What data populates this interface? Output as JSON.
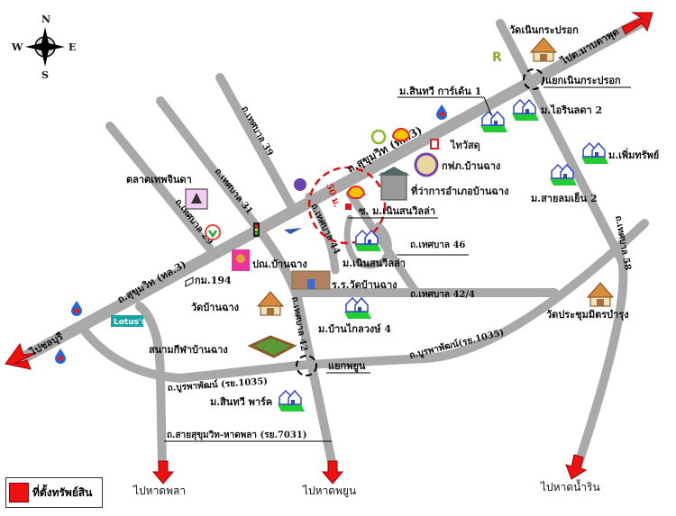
{
  "compass": {
    "n": "N",
    "s": "S",
    "e": "E",
    "w": "W"
  },
  "roads": {
    "sukhumvit_east": "ถ.สุขุมวิท (ทล.3)",
    "sukhumvit_west": "ถ.สุขุมวิท (ทล.3)",
    "tessaban29": "ถ.เทศบาล 29",
    "tessaban31": "ถ.เทศบาล 31",
    "tessaban39": "ถ.เทศบาล 39",
    "tessaban44": "ถ.เทศบาล 44",
    "tessaban42": "ถ.เทศบาล 42",
    "tessaban46": "ถ.เทศบาล 46",
    "tessaban42_4": "ถ.เทศบาล 42/4",
    "tessaban58": "ถ.เทศบาล 58",
    "burapa_west": "ถ.บูรพาพัฒน์ (รย.1035)",
    "burapa_east": "ถ.บูรพาพัฒน์(รย.1035)",
    "sai_sukhumvit": "ถ.สายสุขุมวิท-หาดพลา (รย.7031)",
    "soi_noen": "ซ. ม.เนินสนวิลล่า"
  },
  "directions": {
    "to_chonburi": "ไปชลบุรี",
    "to_map_ta_phut": "ไปต.มาบตาพุด",
    "to_hat_phla": "ไปหาดพลา",
    "to_hat_phayun": "ไปหาดพยูน",
    "to_hat_nam_rin": "ไปหาดน้ำริน"
  },
  "places": {
    "wat_noen": "วัดเนินกระปรอก",
    "yaek_noen": "แยกเนินกระปรอก",
    "sintawee1": "ม.สินทวี การ์เด้น 1",
    "airin2": "ม.ไอรินลดา 2",
    "thaiwatsadu": "ไทวัสดุ",
    "pea": "กฟภ.บ้านฉาง",
    "amphoe": "ที่ว่าการอำเภอบ้านฉาง",
    "permsap": "ม.เพิ่มทรัพย์",
    "sailom2": "ม.สายลมเย็น 2",
    "noen_villa": "ม.เนินสนวิลล่า",
    "talad": "ตลาดเทพจินดา",
    "post": "ปณ.บ้านฉาง",
    "km194": "กม.194",
    "school": "ร.ร.วัดบ้านฉาง",
    "wat_banchang": "วัดบ้านฉาง",
    "baan_klai4": "ม.บ้านไกลวงษ์ 4",
    "wat_prachum": "วัดประชุมมิตรบำรุง",
    "stadium": "สนามกีฬาบ้านฉาง",
    "yaek_phayun": "แยกพยูน",
    "sintawee_park": "ม.สินทวี พาร์ค",
    "lotus": "Lotus's",
    "radius": "50 ม."
  },
  "legend": {
    "label": "ที่ตั้งทรัพย์สิน",
    "color": "#ee1111"
  },
  "colors": {
    "road": "#a9a9a9",
    "arrow": "#ee1111",
    "house_roof": "#3344cc",
    "house_lawn": "#22cc33"
  }
}
